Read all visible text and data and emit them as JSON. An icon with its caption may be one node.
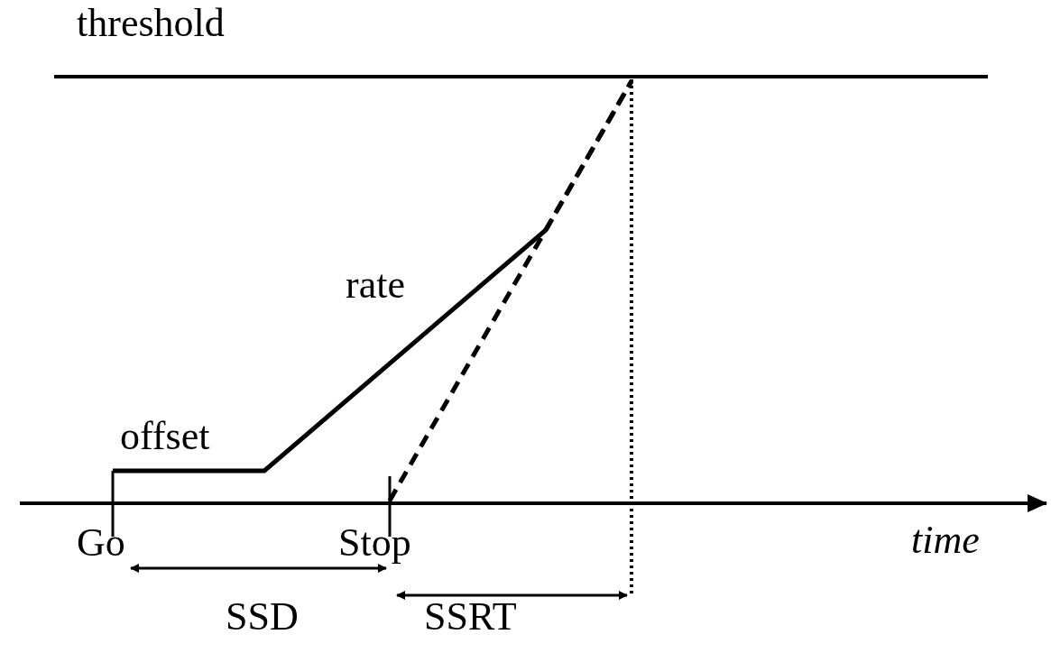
{
  "diagram": {
    "labels": [
      "threshold",
      "rate",
      "offset",
      "Go",
      "Stop",
      "time",
      "SSD",
      "SSRT"
    ]
  }
}
